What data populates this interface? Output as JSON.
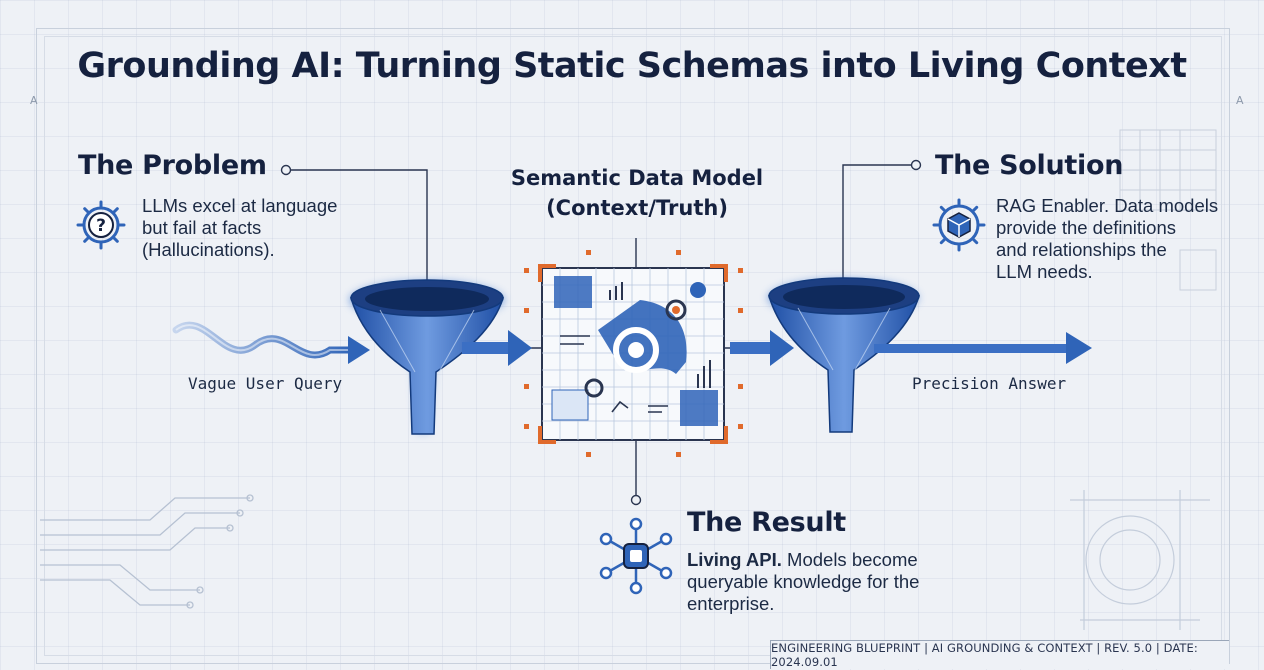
{
  "title": "Grounding AI: Turning Static Schemas into Living Context",
  "corner_marks": {
    "left": "A",
    "right": "A"
  },
  "problem": {
    "heading": "The Problem",
    "lines": [
      "LLMs excel at language",
      "but fail at facts",
      "(Hallucinations)."
    ],
    "icon": "question-gear-icon"
  },
  "center": {
    "lines": [
      "Semantic Data Model",
      "(Context/Truth)"
    ],
    "icon": "data-grid-blueprint-icon"
  },
  "solution": {
    "heading": "The Solution",
    "lines": [
      "RAG Enabler. Data models",
      "provide the definitions",
      "and relationships the",
      "LLM needs."
    ],
    "icon": "cube-gear-icon"
  },
  "result": {
    "heading": "The Result",
    "bold_lead": "Living API.",
    "line1_rest": " Models become",
    "lines": [
      "queryable knowledge for the",
      "enterprise."
    ],
    "icon": "network-hub-icon"
  },
  "flow": {
    "input_label": "Vague User Query",
    "output_label": "Precision Answer"
  },
  "footer": "ENGINEERING BLUEPRINT | AI GROUNDING & CONTEXT | REV. 5.0 | DATE: 2024.09.01",
  "colors": {
    "navy": "#15213f",
    "blue": "#2f64b8",
    "light_blue": "#8fb0e3",
    "orange": "#e06a2c",
    "background": "#eef1f6"
  }
}
